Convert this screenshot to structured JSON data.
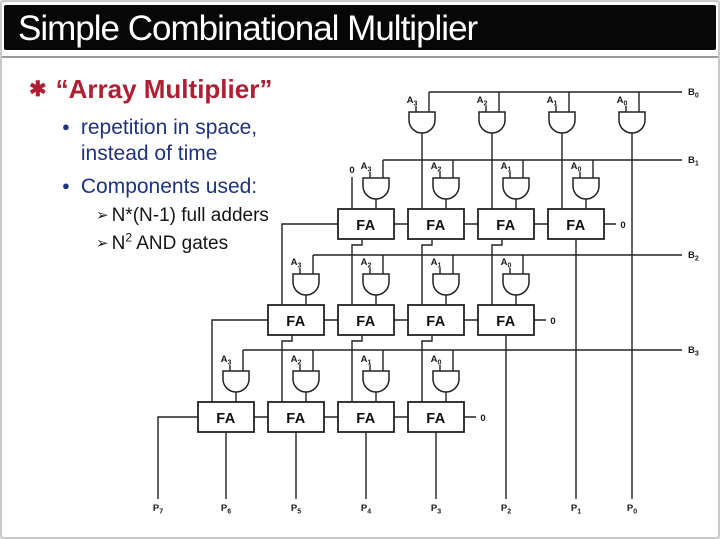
{
  "slide": {
    "title": "Simple Combinational Multiplier"
  },
  "content": {
    "star_bullet": "✱",
    "heading": "“Array Multiplier”",
    "items": [
      {
        "bullet": "●",
        "lines": [
          "repetition in space,",
          "instead of time"
        ]
      },
      {
        "bullet": "●",
        "lines": [
          "Components used:"
        ]
      }
    ],
    "subitems": [
      {
        "bullet": "➢",
        "pre": "N*(N-1) full adders",
        "sup": "",
        "post": ""
      },
      {
        "bullet": "➢",
        "pre": "N",
        "sup": "2",
        "post": " AND gates"
      }
    ]
  },
  "colors": {
    "title_bg": "#070707",
    "title_fg": "#ffffff",
    "heading_red": "#b01e31",
    "bullet_blue": "#1e3283",
    "diagram_line": "#222222"
  },
  "diagram": {
    "fa": "FA",
    "zero": "0",
    "b_labels": [
      {
        "m": "B",
        "s": "0"
      },
      {
        "m": "B",
        "s": "1"
      },
      {
        "m": "B",
        "s": "2"
      },
      {
        "m": "B",
        "s": "3"
      }
    ],
    "p_labels": [
      {
        "m": "P",
        "s": "7"
      },
      {
        "m": "P",
        "s": "6"
      },
      {
        "m": "P",
        "s": "5"
      },
      {
        "m": "P",
        "s": "4"
      },
      {
        "m": "P",
        "s": "3"
      },
      {
        "m": "P",
        "s": "2"
      },
      {
        "m": "P",
        "s": "1"
      },
      {
        "m": "P",
        "s": "0"
      }
    ],
    "rows": [
      {
        "a": [
          {
            "m": "A",
            "s": "3"
          },
          {
            "m": "A",
            "s": "2"
          },
          {
            "m": "A",
            "s": "1"
          },
          {
            "m": "A",
            "s": "0"
          }
        ]
      },
      {
        "a": [
          {
            "m": "A",
            "s": "3"
          },
          {
            "m": "A",
            "s": "2"
          },
          {
            "m": "A",
            "s": "1"
          },
          {
            "m": "A",
            "s": "0"
          }
        ]
      },
      {
        "a": [
          {
            "m": "A",
            "s": "3"
          },
          {
            "m": "A",
            "s": "2"
          },
          {
            "m": "A",
            "s": "1"
          },
          {
            "m": "A",
            "s": "0"
          }
        ]
      },
      {
        "a": [
          {
            "m": "A",
            "s": "3"
          },
          {
            "m": "A",
            "s": "2"
          },
          {
            "m": "A",
            "s": "1"
          },
          {
            "m": "A",
            "s": "0"
          }
        ]
      }
    ]
  }
}
